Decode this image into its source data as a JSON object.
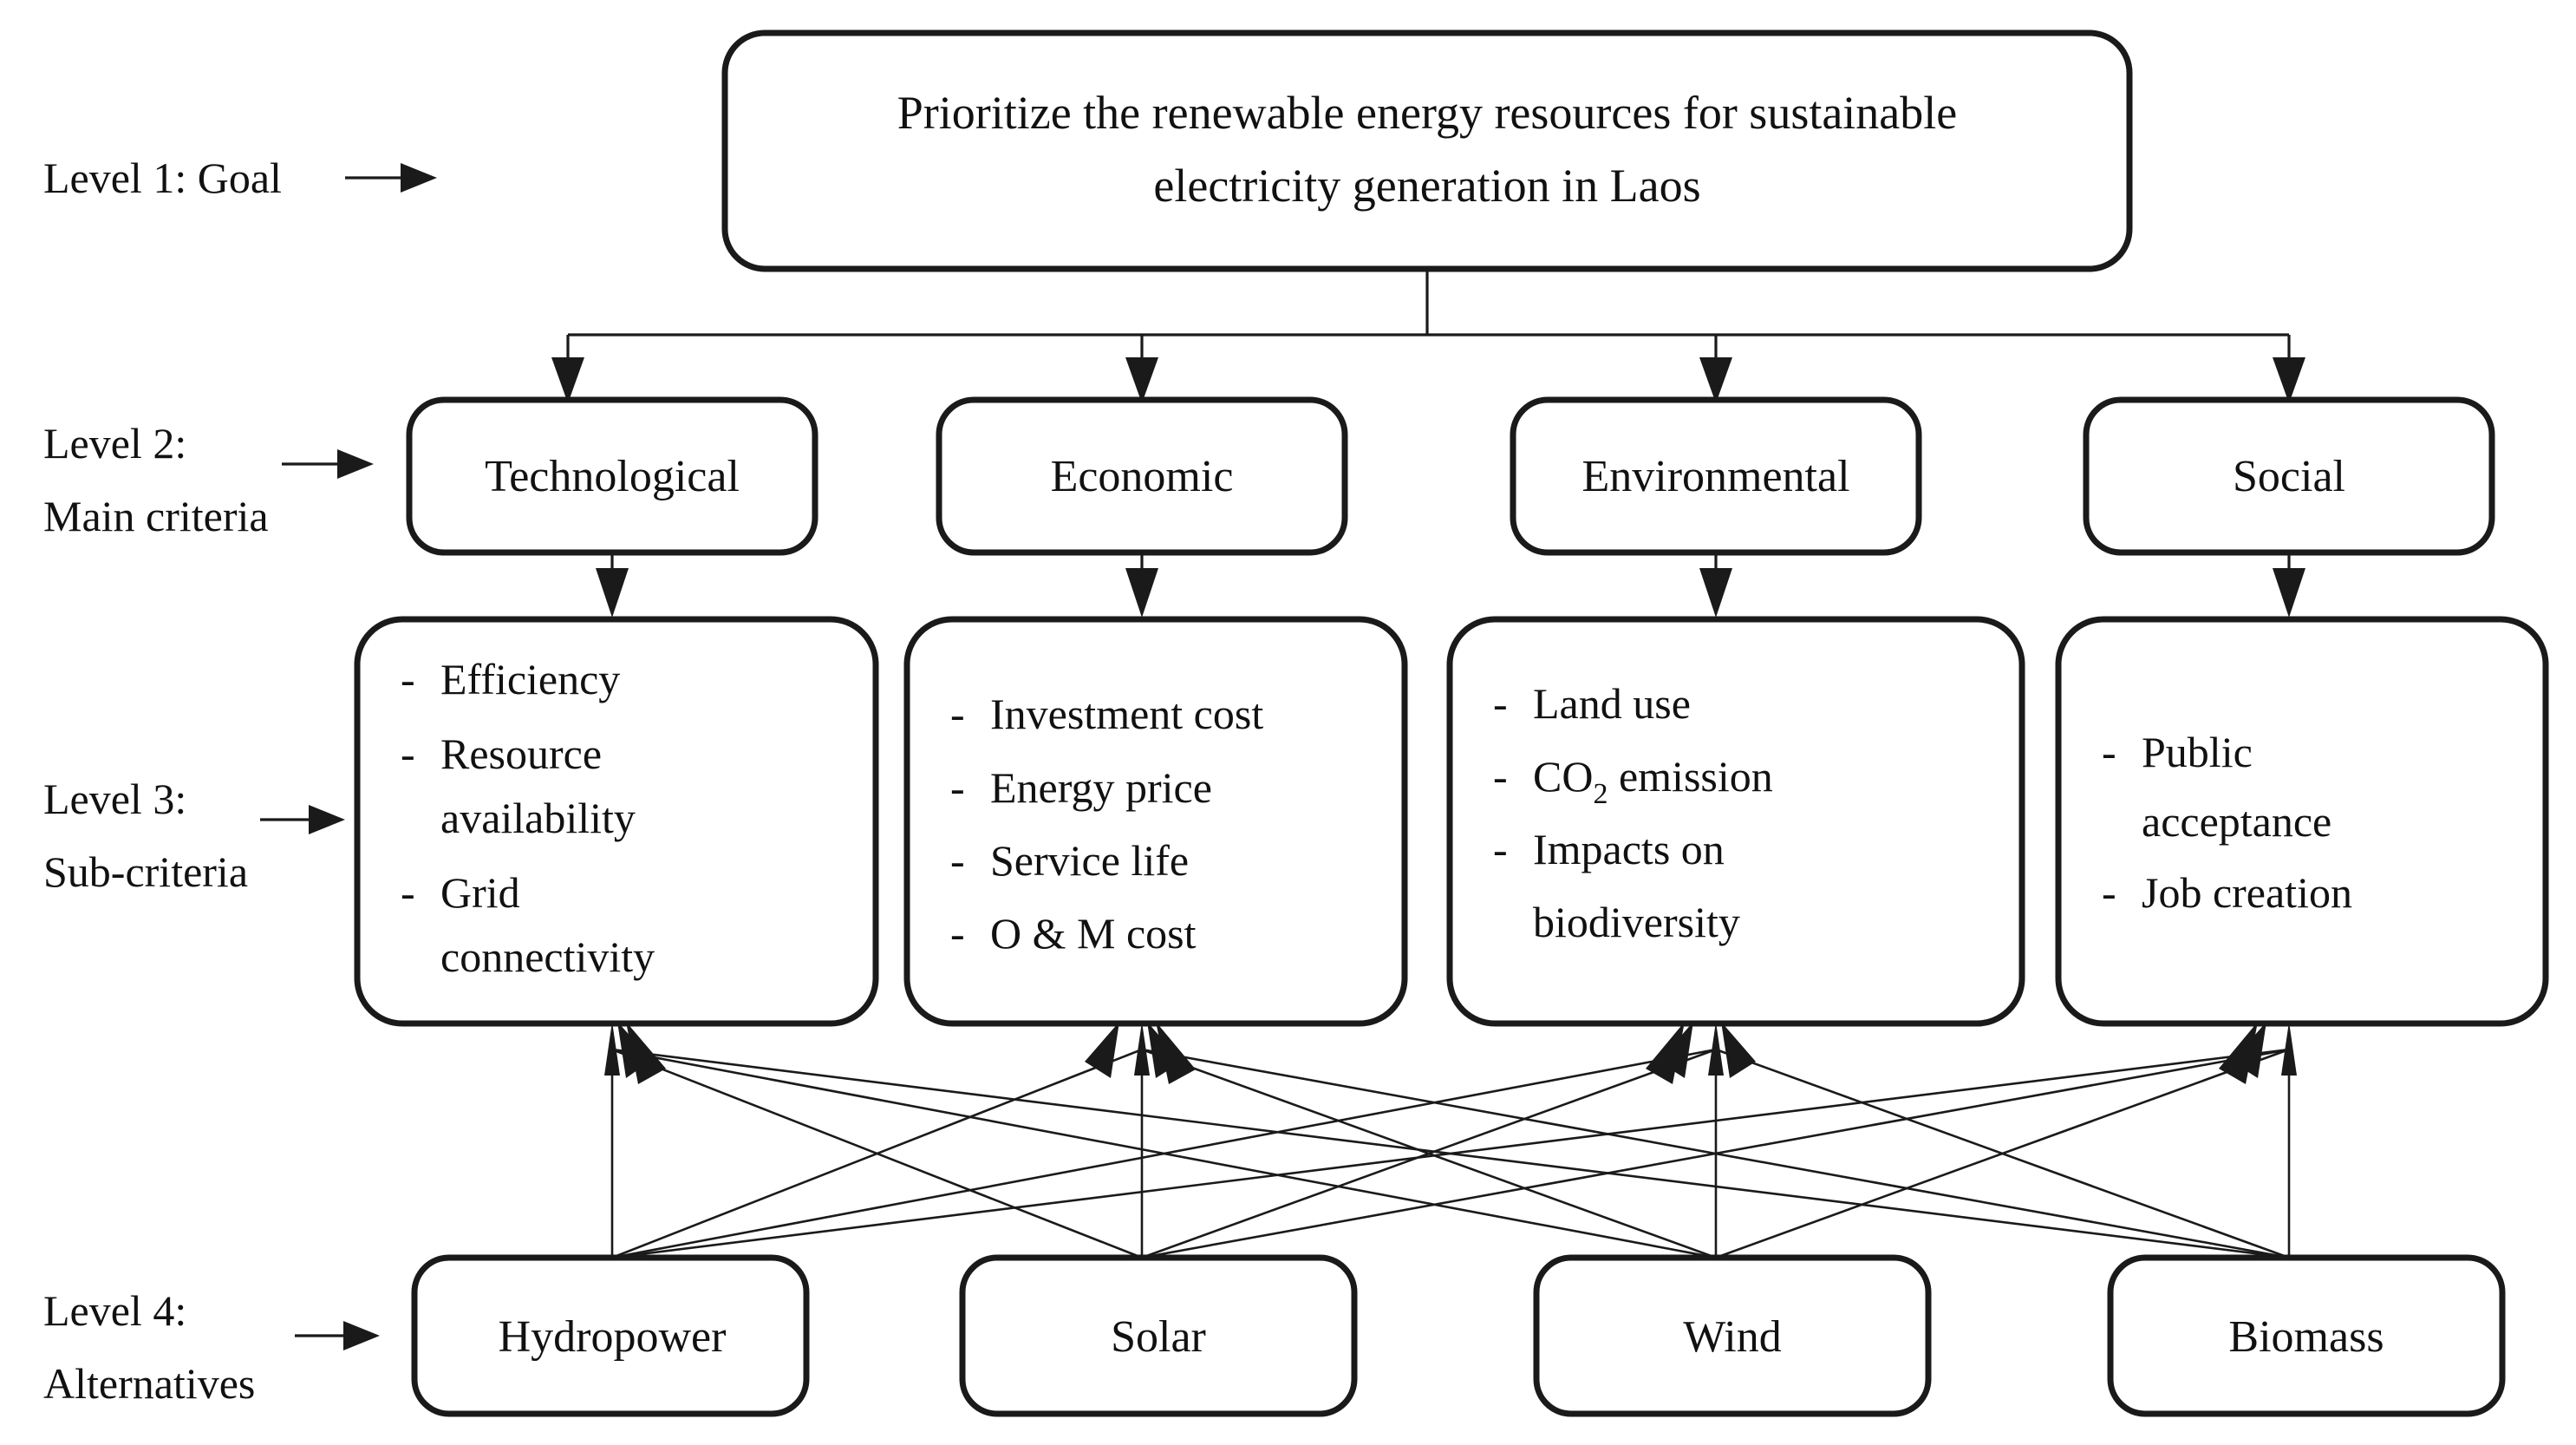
{
  "diagram": {
    "type": "ahp-hierarchy",
    "title": "AHP hierarchy for prioritizing renewable energy resources in Laos",
    "background_color": "#ffffff",
    "line_color": "#1a1a1a",
    "levels": [
      {
        "id": "level1",
        "label_line1": "Level 1: Goal",
        "label_line2": "",
        "arrow_icon": "right-arrow-icon"
      },
      {
        "id": "level2",
        "label_line1": "Level 2:",
        "label_line2": "Main criteria",
        "arrow_icon": "right-arrow-icon"
      },
      {
        "id": "level3",
        "label_line1": "Level 3:",
        "label_line2": "Sub-criteria",
        "arrow_icon": "right-arrow-icon"
      },
      {
        "id": "level4",
        "label_line1": "Level 4:",
        "label_line2": "Alternatives",
        "arrow_icon": "right-arrow-icon"
      }
    ],
    "goal": {
      "line1": "Prioritize the renewable energy resources for sustainable",
      "line2": "electricity generation in Laos"
    },
    "main_criteria": [
      {
        "id": "technological",
        "label": "Technological"
      },
      {
        "id": "economic",
        "label": "Economic"
      },
      {
        "id": "environmental",
        "label": "Environmental"
      },
      {
        "id": "social",
        "label": "Social"
      }
    ],
    "sub_criteria": [
      {
        "parent": "technological",
        "items": [
          {
            "lines": [
              "Efficiency"
            ]
          },
          {
            "lines": [
              "Resource",
              "availability"
            ]
          },
          {
            "lines": [
              "Grid",
              "connectivity"
            ]
          }
        ]
      },
      {
        "parent": "economic",
        "items": [
          {
            "lines": [
              "Investment cost"
            ]
          },
          {
            "lines": [
              "Energy price"
            ]
          },
          {
            "lines": [
              "Service life"
            ]
          },
          {
            "lines": [
              "O & M cost"
            ]
          }
        ]
      },
      {
        "parent": "environmental",
        "items": [
          {
            "lines": [
              "Land use"
            ]
          },
          {
            "lines": [
              "CO",
              "2",
              " emission"
            ],
            "has_subscript": true
          },
          {
            "lines": [
              "Impacts on",
              "biodiversity"
            ]
          }
        ]
      },
      {
        "parent": "social",
        "items": [
          {
            "lines": [
              "Public",
              "acceptance"
            ]
          },
          {
            "lines": [
              "Job creation"
            ]
          }
        ]
      }
    ],
    "alternatives": [
      {
        "id": "hydropower",
        "label": "Hydropower"
      },
      {
        "id": "solar",
        "label": "Solar"
      },
      {
        "id": "wind",
        "label": "Wind"
      },
      {
        "id": "biomass",
        "label": "Biomass"
      }
    ],
    "bullet_marker": "-",
    "connections_note": "Every alternative connects to every sub-criteria group"
  }
}
